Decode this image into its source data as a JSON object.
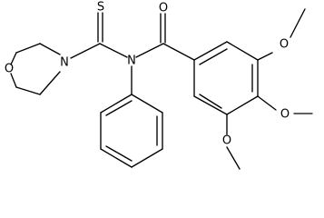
{
  "molecule": {
    "atoms": {
      "sulfur": "S",
      "amide_oxygen": "O",
      "morpholine_oxygen": "O",
      "morpholine_nitrogen": "N",
      "thioamide_nitrogen": "N",
      "methoxy_oxygen_top": "O",
      "methoxy_oxygen_middle": "O",
      "methoxy_oxygen_bottom": "O"
    }
  }
}
